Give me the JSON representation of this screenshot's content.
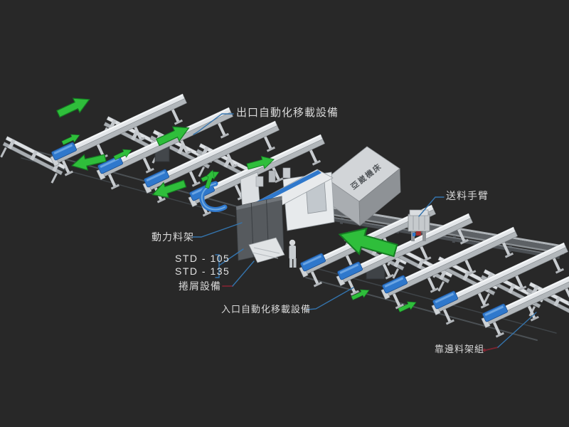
{
  "labels": {
    "exit_transfer": "出口自動化移載設備",
    "feed_arm": "送料手臂",
    "power_rack": "動力料架",
    "model_line1": "STD - 105",
    "model_line2": "STD - 135",
    "chip_conveyor": "捲屑設備",
    "inlet_transfer": "入口自動化移載設備",
    "edge_rack_group": "靠邊料架組",
    "box_brand": "亞崴機床"
  },
  "colors": {
    "background": "#282828",
    "label_text": "#d9d9d9",
    "leader_blue": "#3474ad",
    "leader_red": "#7d2531",
    "arrow_green": "#2fbe3b",
    "machine_blue": "#2f78cc",
    "rack_silver": "#dde0e3",
    "cabinet_gray": "#565a5e",
    "box_gray": "#d2d5d8"
  }
}
